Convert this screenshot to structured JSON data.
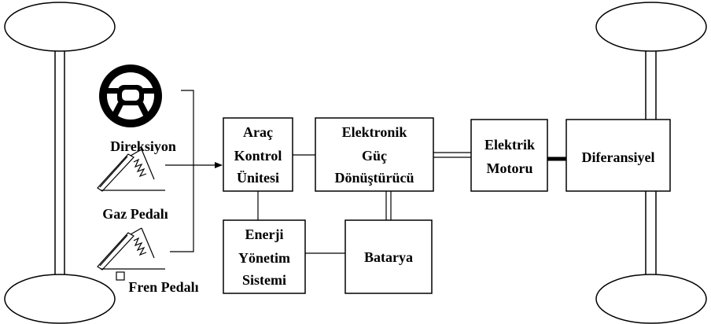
{
  "labels": {
    "steering": "Direksiyon",
    "gas_pedal": "Gaz Pedalı",
    "brake_pedal": "Fren Pedalı"
  },
  "blocks": {
    "vcu": [
      "Araç",
      "Kontrol",
      "Ünitesi"
    ],
    "converter": [
      "Elektronik",
      "Güç",
      "Dönüştürücü"
    ],
    "motor": [
      "Elektrik",
      "Motoru"
    ],
    "differential": [
      "Diferansiyel"
    ],
    "ems": [
      "Enerji",
      "Yönetim",
      "Sistemi"
    ],
    "battery": [
      "Batarya"
    ]
  }
}
